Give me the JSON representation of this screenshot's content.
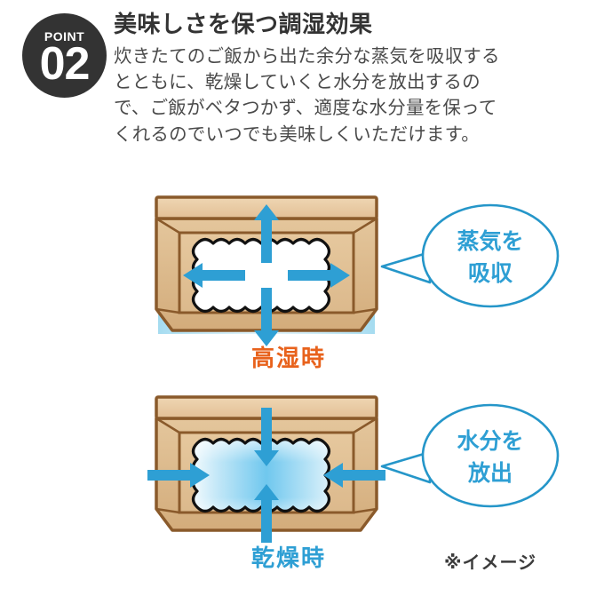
{
  "header": {
    "badge": {
      "word": "POINT",
      "number": "02",
      "bg_color": "#333333",
      "text_color": "#ffffff"
    },
    "headline": "美味しさを保つ調湿効果",
    "body_lines": [
      "炊きたてのご飯から出た余分な蒸気を吸収する",
      "とともに、乾燥していくと水分を放出するの",
      "で、ご飯がベタつかず、適度な水分量を保って",
      "くれるのでいつでも美味しくいただけます。"
    ]
  },
  "diagrams": [
    {
      "id": "humid",
      "state_label": "高湿時",
      "state_label_color": "#E8621C",
      "callout_lines": [
        "蒸気を",
        "吸収"
      ],
      "callout_color": "#2E9FD4",
      "arrow_direction": "outward",
      "interior_fill": "white",
      "glow": true
    },
    {
      "id": "dry",
      "state_label": "乾燥時",
      "state_label_color": "#2E9FD4",
      "callout_lines": [
        "水分を",
        "放出"
      ],
      "callout_color": "#2E9FD4",
      "arrow_direction": "inward",
      "interior_fill": "blue-gradient",
      "glow": false
    }
  ],
  "image_note": "※イメージ",
  "colors": {
    "wood_outline": "#8A5A2B",
    "wood_fill_light": "#EBCDA5",
    "wood_fill_mid": "#E0BE92",
    "wood_fill_dark": "#D4AE80",
    "arrow_blue": "#2E9FD4",
    "glow_blue": "#8FD2ED",
    "moisture_blue": "#5CC0EC",
    "rice_outline": "#111111",
    "text_dark": "#3c3c3c",
    "orange": "#E8621C"
  }
}
